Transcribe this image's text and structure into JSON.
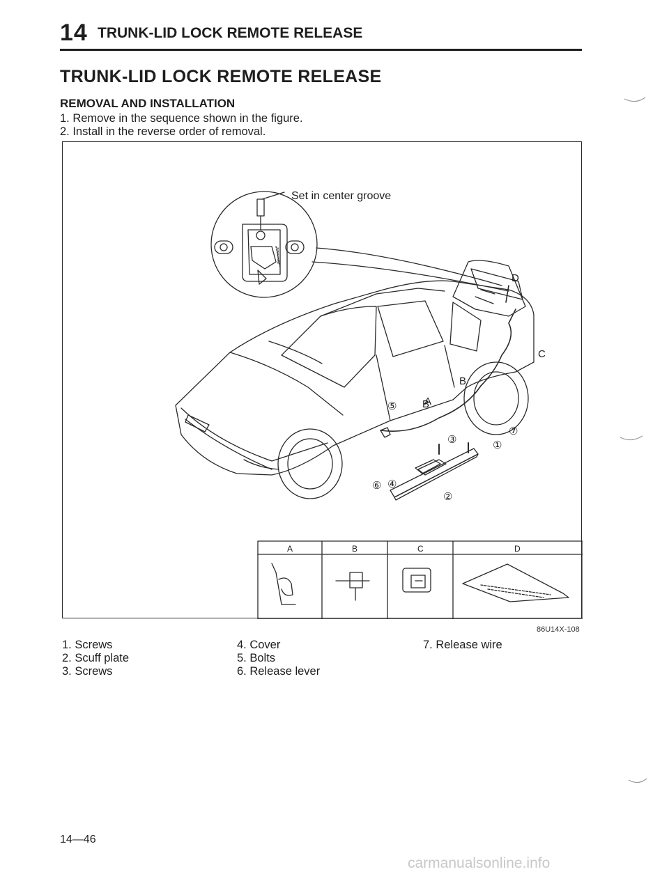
{
  "header": {
    "chapter_number": "14",
    "chapter_title": "TRUNK-LID LOCK REMOTE RELEASE"
  },
  "section": {
    "title": "TRUNK-LID LOCK REMOTE RELEASE",
    "subtitle": "REMOVAL AND INSTALLATION",
    "steps": [
      "1. Remove in the sequence shown in the figure.",
      "2. Install in the reverse order of removal."
    ]
  },
  "figure": {
    "callout_text": "Set in center groove",
    "point_labels": [
      "A",
      "B",
      "C",
      "D"
    ],
    "part_markers": [
      "①",
      "②",
      "③",
      "④",
      "⑤",
      "⑥",
      "⑦"
    ],
    "table_headers": [
      "A",
      "B",
      "C",
      "D"
    ],
    "code": "86U14X-108"
  },
  "legend": [
    "1. Screws",
    "2. Scuff plate",
    "3. Screws",
    "4. Cover",
    "5. Bolts",
    "6. Release lever",
    "7. Release wire"
  ],
  "footer": {
    "page_number": "14—46",
    "watermark": "carmanualsonline.info"
  }
}
